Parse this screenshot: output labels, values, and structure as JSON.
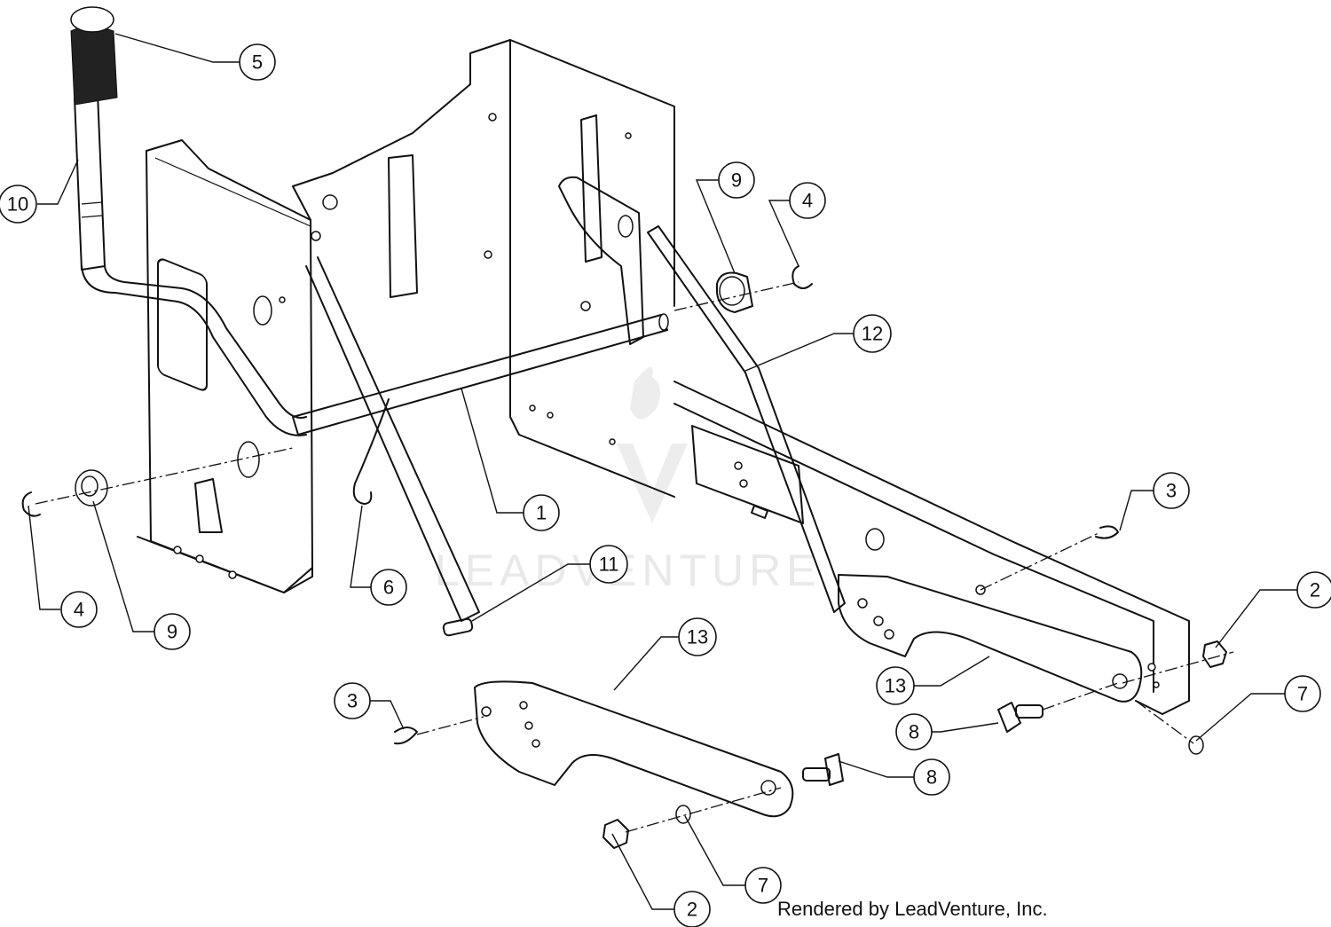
{
  "callouts": [
    {
      "label": "1"
    },
    {
      "label": "2"
    },
    {
      "label": "2"
    },
    {
      "label": "3"
    },
    {
      "label": "3"
    },
    {
      "label": "4"
    },
    {
      "label": "4"
    },
    {
      "label": "5"
    },
    {
      "label": "6"
    },
    {
      "label": "7"
    },
    {
      "label": "7"
    },
    {
      "label": "8"
    },
    {
      "label": "8"
    },
    {
      "label": "9"
    },
    {
      "label": "9"
    },
    {
      "label": "10"
    },
    {
      "label": "11"
    },
    {
      "label": "12"
    },
    {
      "label": "13"
    },
    {
      "label": "13"
    }
  ],
  "watermark": "LEADVENTURE",
  "credit": "Rendered by LeadVenture, Inc."
}
